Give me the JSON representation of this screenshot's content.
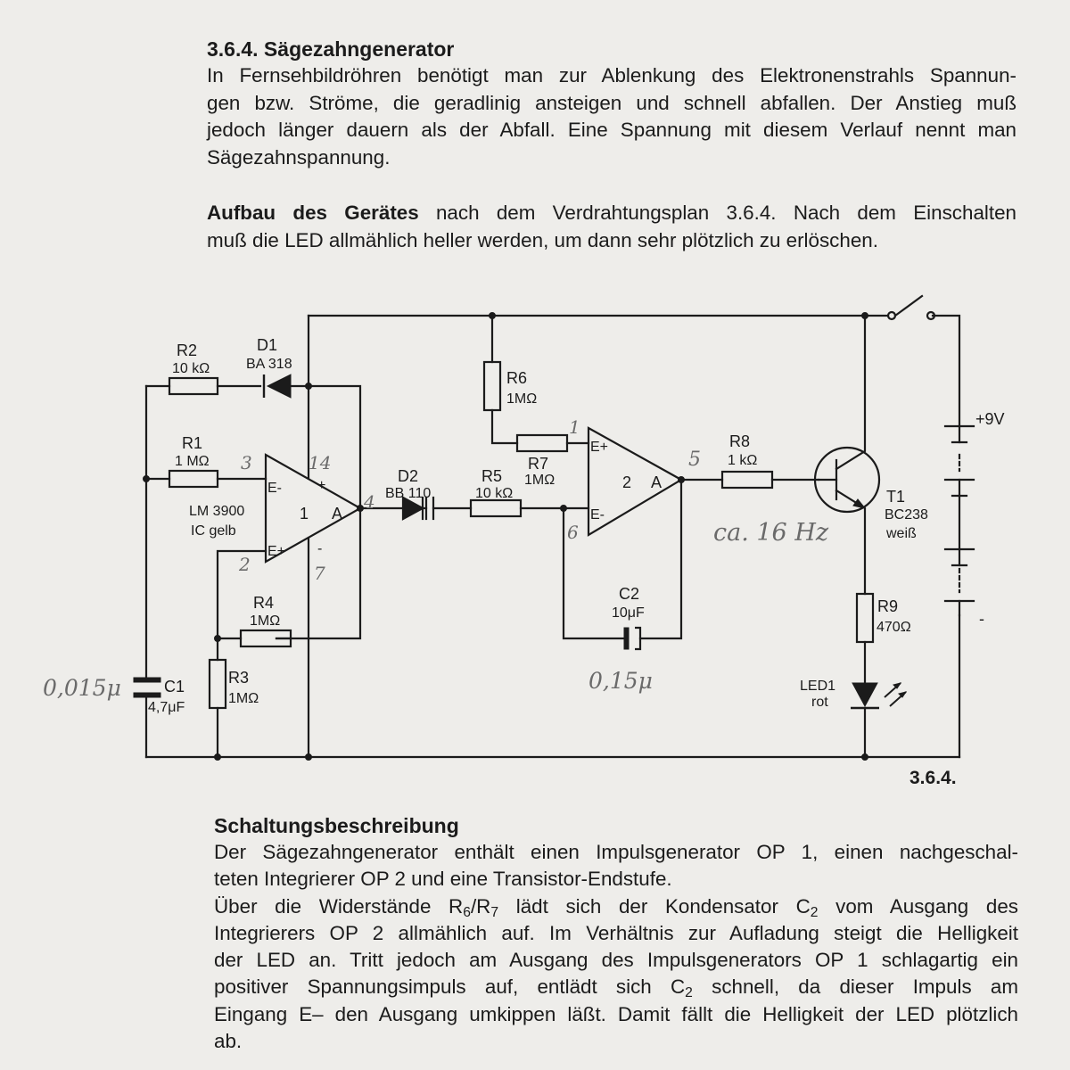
{
  "section1": {
    "title": "3.6.4. Sägezahngenerator",
    "lines": [
      "In Fernsehbildröhren benötigt man zur Ablenkung des Elektronenstrahls Spannun-",
      "gen bzw. Ströme, die geradlinig ansteigen und schnell abfallen. Der Anstieg muß",
      "jedoch länger dauern als der Abfall. Eine Spannung mit diesem Verlauf nennt man",
      "Sägezahnspannung."
    ]
  },
  "section2": {
    "bold_lead": "Aufbau des Gerätes",
    "line1_rest": " nach dem Verdrahtungsplan 3.6.4. Nach dem Einschalten",
    "line2": "muß die LED allmählich heller werden, um dann sehr plötzlich zu erlöschen."
  },
  "schematic": {
    "figure_number": "3.6.4.",
    "supply": "+9V",
    "supply_minus": "-",
    "r2_name": "R2",
    "r2_value": "10 kΩ",
    "d1_name": "D1",
    "d1_value": "BA 318",
    "r1_name": "R1",
    "r1_value": "1 MΩ",
    "ic_name": "LM 3900",
    "ic_color": "IC gelb",
    "op1_number": "1",
    "op1_out": "A",
    "op1_inv": "E-",
    "op1_noninv": "E+",
    "op1_plus": "+",
    "op1_minus": "-",
    "d2_name": "D2",
    "d2_value": "BB 110",
    "r5_name": "R5",
    "r5_value": "10 kΩ",
    "r6_name": "R6",
    "r6_value": "1MΩ",
    "r7_name": "R7",
    "r7_value": "1MΩ",
    "op2_number": "2",
    "op2_out": "A",
    "op2_noninv": "E+",
    "op2_inv": "E-",
    "r8_name": "R8",
    "r8_value": "1 kΩ",
    "t1_name": "T1",
    "t1_value": "BC238",
    "t1_color": "weiß",
    "r9_name": "R9",
    "r9_value": "470Ω",
    "led_name": "LED1",
    "led_color": "rot",
    "r4_name": "R4",
    "r4_value": "1MΩ",
    "r3_name": "R3",
    "r3_value": "1MΩ",
    "c1_name": "C1",
    "c1_value": "4,7μF",
    "c2_name": "C2",
    "c2_value": "10μF",
    "hand_pin3": "3",
    "hand_pin14": "14",
    "hand_pin4": "4",
    "hand_pin2": "2",
    "hand_pin7": "7",
    "hand_pin1": "1",
    "hand_pin6": "6",
    "hand_pin5": "5",
    "hand_freq": "ca. 16 Hz",
    "hand_c1": "0,015μ",
    "hand_c2": "0,15μ"
  },
  "section3": {
    "title": "Schaltungsbeschreibung",
    "l1": "Der Sägezahngenerator enthält einen Impulsgenerator OP 1, einen nachgeschal-",
    "l2": "teten Integrierer OP 2 und eine Transistor-Endstufe.",
    "l3a": "Über die Widerstände R",
    "l3_sub6": "6",
    "l3b": "/R",
    "l3_sub7": "7",
    "l3c": " lädt sich der Kondensator C",
    "l3_sub2": "2",
    "l3d": " vom Ausgang des",
    "l4": "Integrierers OP 2 allmählich auf. Im Verhältnis zur Aufladung steigt die Helligkeit",
    "l5": "der LED an. Tritt jedoch am Ausgang des Impulsgenerators OP 1 schlagartig ein",
    "l6a": "positiver Spannungsimpuls auf, entlädt sich C",
    "l6_sub2": "2",
    "l6b": " schnell, da dieser Impuls am",
    "l7": "Eingang E– den Ausgang umkippen läßt. Damit fällt die Helligkeit der LED plötzlich",
    "l8": "ab."
  }
}
